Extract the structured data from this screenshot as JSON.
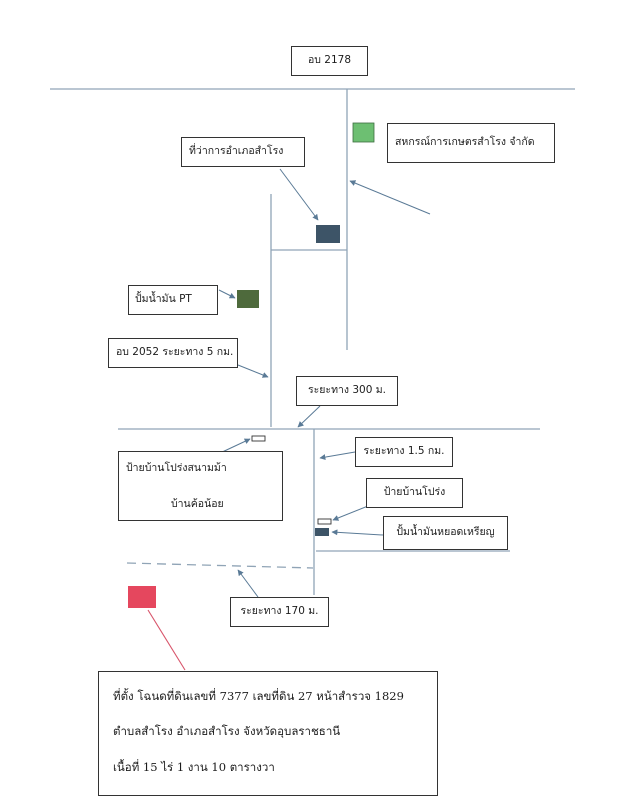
{
  "colors": {
    "road": "#90a4b6",
    "arrow": "#5a7a96",
    "coop_marker": "#6dbf72",
    "office_marker": "#3d5467",
    "pt_marker": "#4e6a3c",
    "gas_marker": "#3d5467",
    "property_marker": "#e5475e",
    "property_pointer": "#d8556b",
    "sign_outline": "#333333"
  },
  "labels": {
    "road_2178": "อบ 2178",
    "cooperative": "สหกรณ์การเกษตรสำโรง จำกัด",
    "district_office": "ที่ว่าการอำเภอสำโรง",
    "pt_station": "ปั้มน้ำมัน PT",
    "road_2052": "อบ 2052 ระยะทาง 5 กม.",
    "distance_300m": "ระยะทาง 300 ม.",
    "distance_1_5km": "ระยะทาง 1.5 กม.",
    "village_sign": "ป้ายบ้านโปร่ง",
    "gas_station": "ปั้มน้ำมันหยอดเหรียญ",
    "distance_170m": "ระยะทาง 170 ม.",
    "direction_sign_top": "ป้ายบ้านโปร่งสนามม้า",
    "direction_sign_bottom": "บ้านค้อน้อย"
  },
  "info": {
    "line1": "ที่ตั้ง  โฉนดที่ดินเลขที่ 7377   เลขที่ดิน 27    หน้าสำรวจ 1829",
    "line2": "ตำบลสำโรง อำเภอสำโรง จังหวัดอุบลราชธานี",
    "line3": "เนื้อที่ 15 ไร่  1 งาน  10 ตารางวา"
  }
}
